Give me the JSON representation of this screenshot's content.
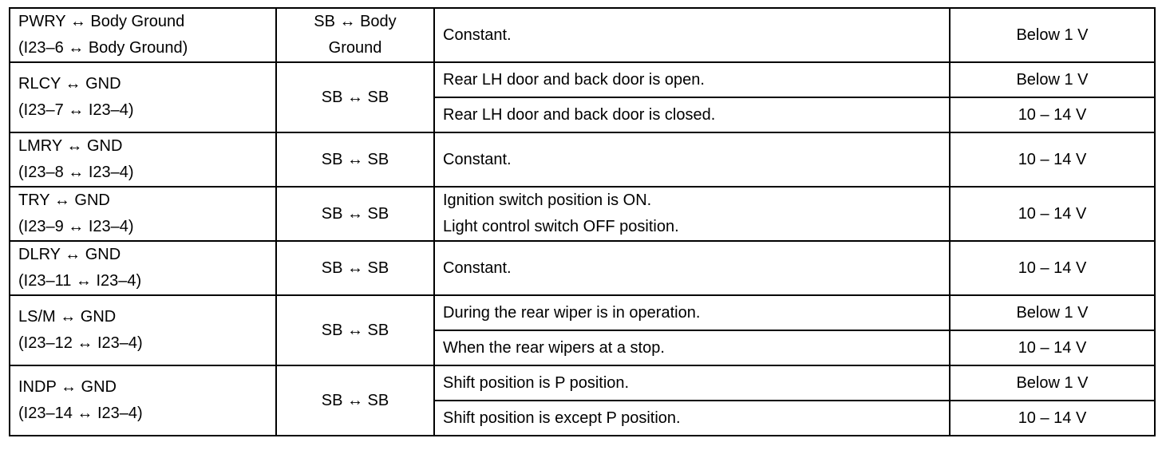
{
  "rows": [
    {
      "terminal": [
        "PWRY ↔ Body Ground",
        "(I23–6 ↔ Body Ground)"
      ],
      "tester": [
        "SB ↔ Body",
        "Ground"
      ],
      "conditions": [
        {
          "text": [
            "Constant."
          ],
          "spec": "Below 1 V"
        }
      ]
    },
    {
      "terminal": [
        "RLCY ↔ GND",
        "(I23–7 ↔ I23–4)"
      ],
      "tester": [
        "SB ↔ SB"
      ],
      "conditions": [
        {
          "text": [
            "Rear LH door and back door is open."
          ],
          "spec": "Below 1 V"
        },
        {
          "text": [
            "Rear LH door and back door is closed."
          ],
          "spec": "10 – 14 V"
        }
      ]
    },
    {
      "terminal": [
        "LMRY ↔ GND",
        "(I23–8 ↔ I23–4)"
      ],
      "tester": [
        "SB ↔ SB"
      ],
      "conditions": [
        {
          "text": [
            "Constant."
          ],
          "spec": "10 – 14 V"
        }
      ]
    },
    {
      "terminal": [
        "TRY ↔ GND",
        "(I23–9 ↔ I23–4)"
      ],
      "tester": [
        "SB ↔ SB"
      ],
      "conditions": [
        {
          "text": [
            "Ignition switch position is ON.",
            "Light control switch OFF position."
          ],
          "spec": "10 – 14 V"
        }
      ]
    },
    {
      "terminal": [
        "DLRY ↔ GND",
        "(I23–11 ↔ I23–4)"
      ],
      "tester": [
        "SB ↔ SB"
      ],
      "conditions": [
        {
          "text": [
            "Constant."
          ],
          "spec": "10 – 14 V"
        }
      ]
    },
    {
      "terminal": [
        "LS/M ↔ GND",
        "(I23–12 ↔ I23–4)"
      ],
      "tester": [
        "SB ↔ SB"
      ],
      "conditions": [
        {
          "text": [
            "During the rear wiper is in operation."
          ],
          "spec": "Below 1 V"
        },
        {
          "text": [
            "When the rear wipers at a stop."
          ],
          "spec": "10 – 14 V"
        }
      ]
    },
    {
      "terminal": [
        "INDP ↔ GND",
        "(I23–14 ↔ I23–4)"
      ],
      "tester": [
        "SB ↔ SB"
      ],
      "conditions": [
        {
          "text": [
            "Shift position is P position."
          ],
          "spec": "Below 1 V"
        },
        {
          "text": [
            "Shift position is except P position."
          ],
          "spec": "10 – 14 V"
        }
      ]
    }
  ]
}
